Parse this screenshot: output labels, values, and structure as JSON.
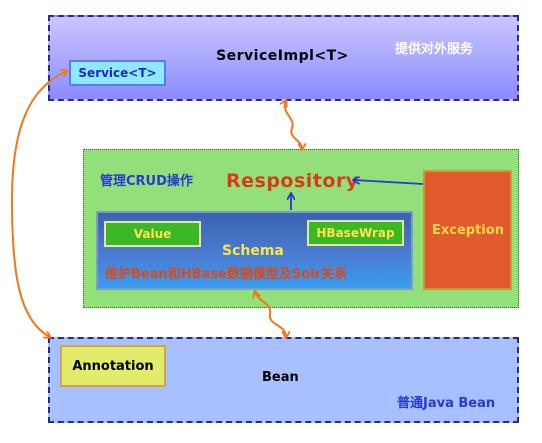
{
  "service_layer": {
    "title": "ServiceImpl<T>",
    "note": "提供对外服务",
    "inner_box": "Service<T>"
  },
  "repository_layer": {
    "note": "管理CRUD操作",
    "title": "Respository",
    "exception_box": "Exception",
    "schema": {
      "title": "Schema",
      "note": "维护Bean和HBase数据模型及Solr关系",
      "left_box": "Value",
      "right_box": "HBaseWrap"
    }
  },
  "bean_layer": {
    "title": "Bean",
    "note": "普通Java Bean",
    "inner_box": "Annotation"
  },
  "colors": {
    "connector_orange": "#f07818",
    "connector_blue": "#2a3ad0"
  }
}
